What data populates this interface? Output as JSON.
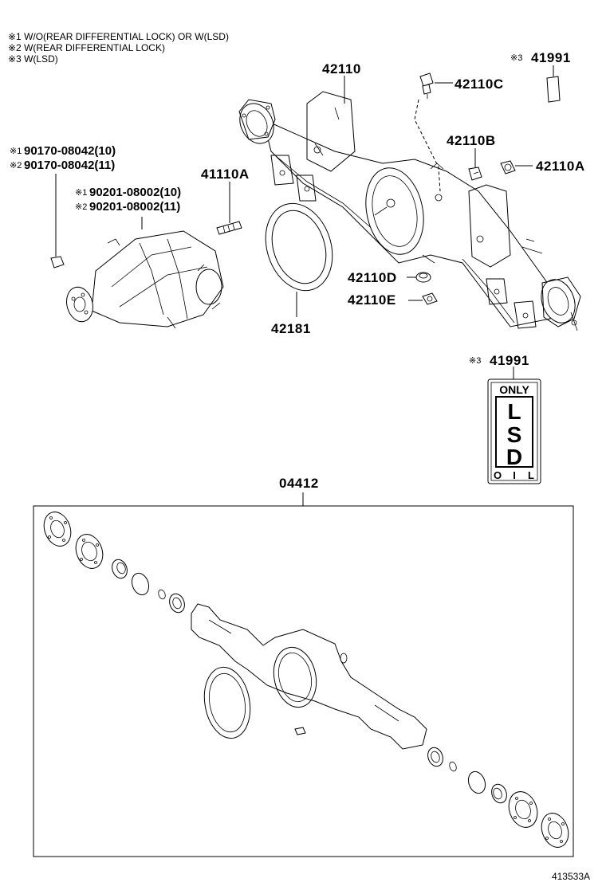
{
  "notes": [
    "※1 W/O(REAR DIFFERENTIAL LOCK) OR W(LSD)",
    "※2 W(REAR DIFFERENTIAL LOCK)",
    "※3 W(LSD)"
  ],
  "callouts": {
    "p42110": "42110",
    "p42110c": "42110C",
    "p41991_top_mark": "※3",
    "p41991_top": "41991",
    "p42110b": "42110B",
    "p42110a": "42110A",
    "p41110a": "41110A",
    "p90170_1_mark": "※1",
    "p90170_1": "90170-08042(10)",
    "p90170_2_mark": "※2",
    "p90170_2": "90170-08042(11)",
    "p90201_1_mark": "※1",
    "p90201_1": "90201-08002(10)",
    "p90201_2_mark": "※2",
    "p90201_2": "90201-08002(11)",
    "p42110d": "42110D",
    "p42110e": "42110E",
    "p42181": "42181",
    "p41991_mid_mark": "※3",
    "p41991_mid": "41991",
    "p04412": "04412"
  },
  "label_plate": {
    "top": "ONLY",
    "big": [
      "L",
      "S",
      "D"
    ],
    "bottom": [
      "O",
      "I",
      "L"
    ]
  },
  "footer_code": "413533A"
}
